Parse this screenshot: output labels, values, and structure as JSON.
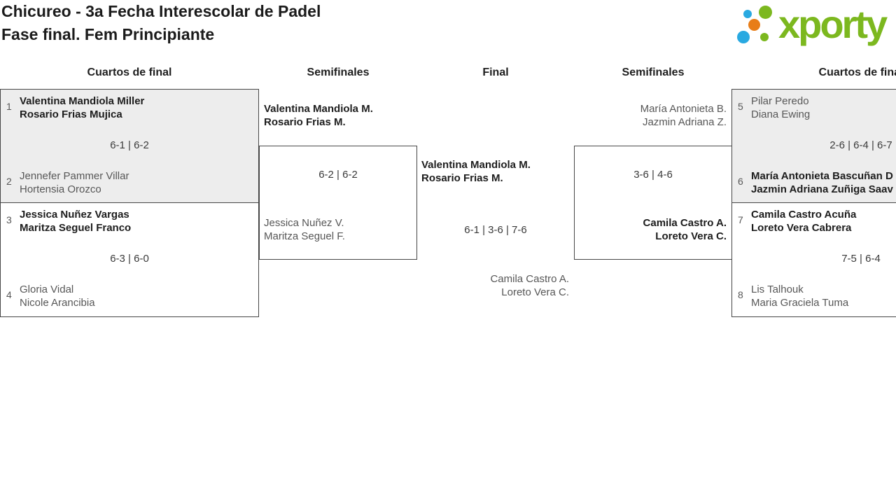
{
  "header": {
    "title_line1": "Chicureo - 3a Fecha Interescolar de Padel",
    "title_line2": "Fase final. Fem Principiante",
    "logo_text": "xporty"
  },
  "columns": {
    "col1": "Cuartos de final",
    "col2": "Semifinales",
    "col3": "Final",
    "col4": "Semifinales",
    "col5": "Cuartos de final"
  },
  "colors": {
    "logo_green": "#7cb81f",
    "logo_blue": "#29a9e1",
    "logo_orange": "#e87d18",
    "shaded_box_bg": "#ededed",
    "box_border": "#474747",
    "winner_text": "#1d1d1d",
    "loser_text": "#575757"
  },
  "quarterfinals_left": [
    {
      "score": "6-1 | 6-2",
      "top": {
        "seed": "1",
        "player1": "Valentina Mandiola Miller",
        "player2": "Rosario Frias Mujica",
        "winner": true
      },
      "bottom": {
        "seed": "2",
        "player1": "Jennefer Pammer Villar",
        "player2": "Hortensia Orozco",
        "winner": false
      }
    },
    {
      "score": "6-3 | 6-0",
      "top": {
        "seed": "3",
        "player1": "Jessica Nuñez Vargas",
        "player2": "Maritza Seguel Franco",
        "winner": true
      },
      "bottom": {
        "seed": "4",
        "player1": "Gloria Vidal",
        "player2": "Nicole Arancibia",
        "winner": false
      }
    }
  ],
  "semifinal_left": {
    "score": "6-2 | 6-2",
    "top": {
      "player1": "Valentina Mandiola M.",
      "player2": "Rosario Frias M.",
      "winner": true
    },
    "bottom": {
      "player1": "Jessica Nuñez V.",
      "player2": "Maritza Seguel F.",
      "winner": false
    }
  },
  "final": {
    "score": "6-1 | 3-6 | 7-6",
    "top": {
      "player1": "Valentina Mandiola M.",
      "player2": "Rosario Frias M.",
      "winner": true
    },
    "bottom": {
      "player1": "Camila Castro A.",
      "player2": "Loreto Vera C.",
      "winner": false
    }
  },
  "semifinal_right": {
    "score": "3-6 | 4-6",
    "top": {
      "player1": "María Antonieta B.",
      "player2": "Jazmin Adriana Z.",
      "winner": false
    },
    "bottom": {
      "player1": "Camila Castro A.",
      "player2": "Loreto Vera C.",
      "winner": true
    }
  },
  "quarterfinals_right": [
    {
      "score": "2-6 | 6-4 | 6-7",
      "top": {
        "seed": "5",
        "player1": "Pilar Peredo",
        "player2": "Diana Ewing",
        "winner": false
      },
      "bottom": {
        "seed": "6",
        "player1": "María Antonieta Bascuñan D",
        "player2": "Jazmin Adriana Zuñiga Saav",
        "winner": true
      }
    },
    {
      "score": "7-5 | 6-4",
      "top": {
        "seed": "7",
        "player1": "Camila Castro Acuña",
        "player2": "Loreto Vera Cabrera",
        "winner": true
      },
      "bottom": {
        "seed": "8",
        "player1": "Lis Talhouk",
        "player2": "Maria Graciela Tuma",
        "winner": false
      }
    }
  ]
}
